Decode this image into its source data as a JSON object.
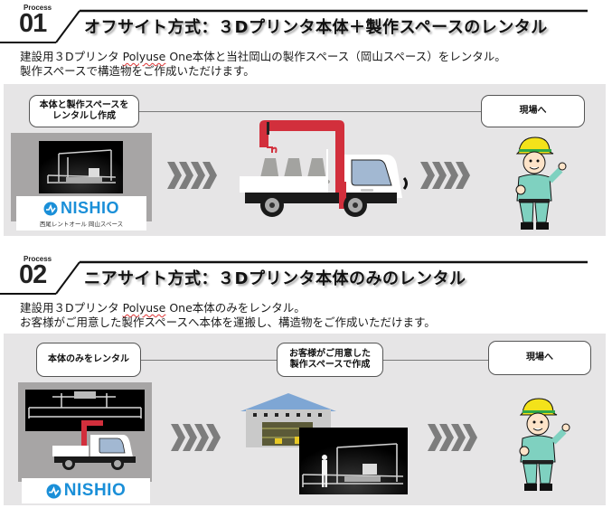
{
  "sections": [
    {
      "process_label": "Process",
      "number": "01",
      "title": "オフサイト方式：３Dプリンタ本体＋製作スペースのレンタル",
      "description": {
        "line1_prefix": "建設用３Dプリンタ ",
        "line1_brand": "Polyuse",
        "line1_suffix": " One本体と当社岡山の製作スペース（岡山スペース）をレンタル。",
        "line2": "製作スペースで構造物をご作成いただけます。"
      },
      "bubbles": {
        "left": {
          "line1": "本体と製作スペースを",
          "line2": "レンタルし作成"
        },
        "right": {
          "line1": "現場へ"
        }
      },
      "nishio": {
        "logo": "NISHIO",
        "subtitle": "西尾レントオール 岡山スペース"
      },
      "images": [
        "3d-printer-photo",
        "crane-truck-with-tetrapods",
        "construction-worker-thumbs-up"
      ]
    },
    {
      "process_label": "Process",
      "number": "02",
      "title": "ニアサイト方式：３Dプリンタ本体のみのレンタル",
      "description": {
        "line1_prefix": "建設用３Dプリンタ ",
        "line1_brand": "Polyuse",
        "line1_suffix": " One本体のみをレンタル。",
        "line2": "お客様がご用意した製作スペースへ本体を運搬し、構造物をご作成いただけます。"
      },
      "bubbles": {
        "left": {
          "line1": "本体のみをレンタル"
        },
        "middle": {
          "line1": "お客様がご用意した",
          "line2": "製作スペースで作成"
        },
        "right": {
          "line1": "現場へ"
        }
      },
      "nishio": {
        "logo": "NISHIO"
      },
      "images": [
        "printer-on-crane-truck",
        "warehouse-with-forklifts",
        "3d-printer-with-person",
        "construction-worker-thumbs-up"
      ]
    }
  ],
  "colors": {
    "panel_bg": "#e6e5e6",
    "chevron": "#7d7d7d",
    "crane_red": "#d22f3c",
    "nishio_blue": "#1a8fd8",
    "helmet_yellow": "#f3e21a",
    "uniform_green": "#7fd1c0"
  }
}
